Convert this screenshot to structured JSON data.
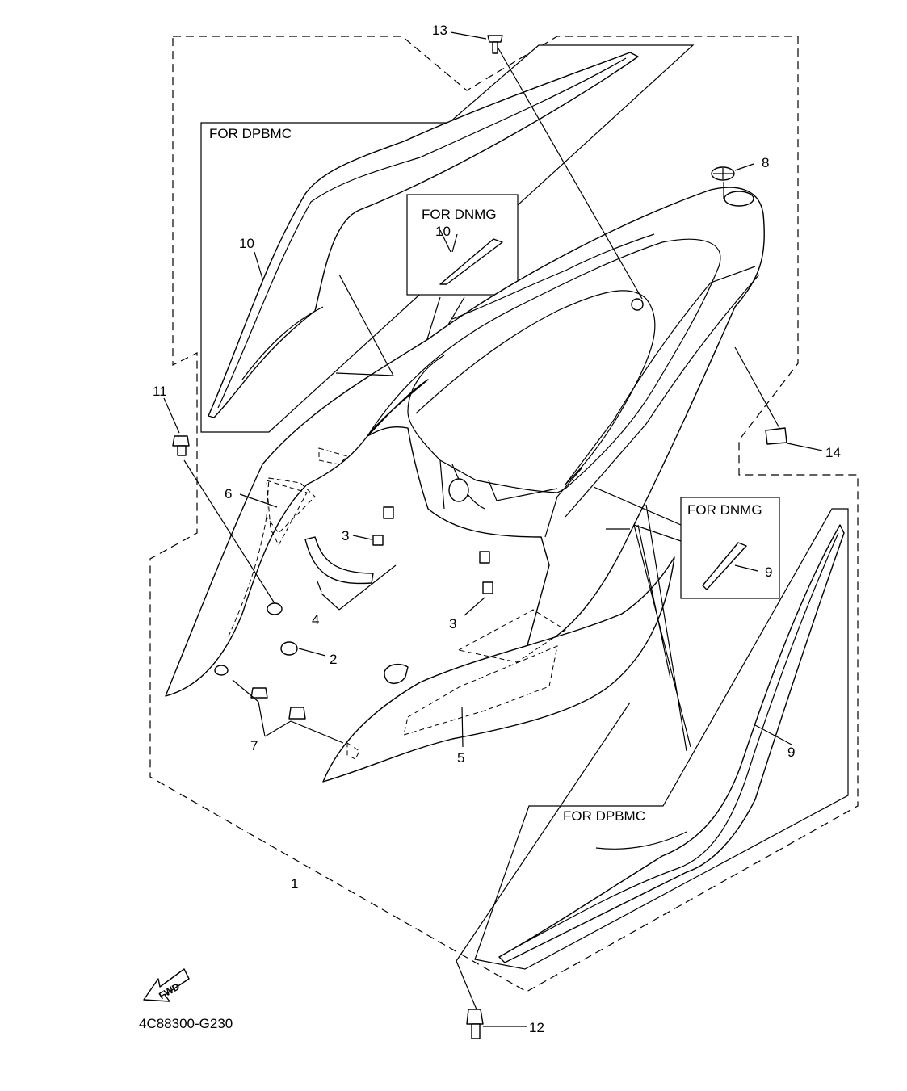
{
  "diagram": {
    "variant_labels": {
      "top_left": "FOR DPBMC",
      "center_inset": "FOR DNMG",
      "right_inset": "FOR DNMG",
      "bottom_right": "FOR DPBMC"
    },
    "callouts": {
      "c1": "1",
      "c2": "2",
      "c3a": "3",
      "c3b": "3",
      "c4": "4",
      "c5": "5",
      "c6": "6",
      "c7": "7",
      "c8": "8",
      "c9a": "9",
      "c9b": "9",
      "c10a": "10",
      "c10b": "10",
      "c11": "11",
      "c12": "12",
      "c13": "13",
      "c14": "14"
    },
    "fwd_label": "FWD",
    "diagram_code": "4C88300-G230"
  }
}
